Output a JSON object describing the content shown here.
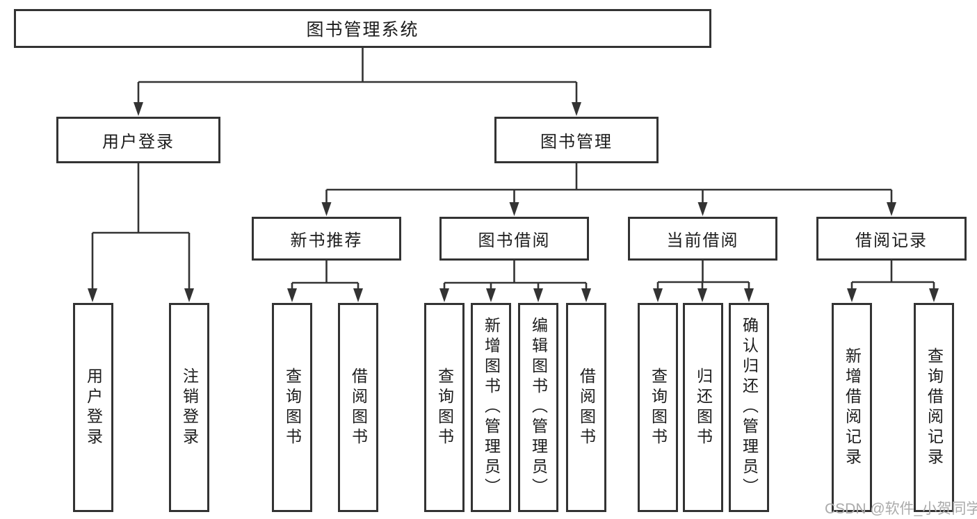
{
  "nodes": {
    "root": "图书管理系统",
    "user_login": "用户登录",
    "book_management": "图书管理",
    "new_book_recommend": "新书推荐",
    "book_borrowing": "图书借阅",
    "current_borrowing": "当前借阅",
    "borrowing_records": "借阅记录",
    "leaf_user_login": "用户登录",
    "leaf_logout": "注销登录",
    "leaf_query_books_recommend": "查询图书",
    "leaf_borrow_books_recommend": "借阅图书",
    "leaf_query_books_borrow": "查询图书",
    "leaf_add_books_admin": "新增图书（管理员）",
    "leaf_edit_books_admin": "编辑图书（管理员）",
    "leaf_borrow_books_borrow": "借阅图书",
    "leaf_query_books_current": "查询图书",
    "leaf_return_books": "归还图书",
    "leaf_confirm_return_admin": "确认归还（管理员）",
    "leaf_add_borrow_record": "新增借阅记录",
    "leaf_query_borrow_record": "查询借阅记录"
  },
  "watermark": "CSDN @软件_小贺同学",
  "colors": {
    "line": "#333333",
    "text": "#1c1c1c",
    "watermark": "#ababab",
    "background": "#ffffff"
  }
}
